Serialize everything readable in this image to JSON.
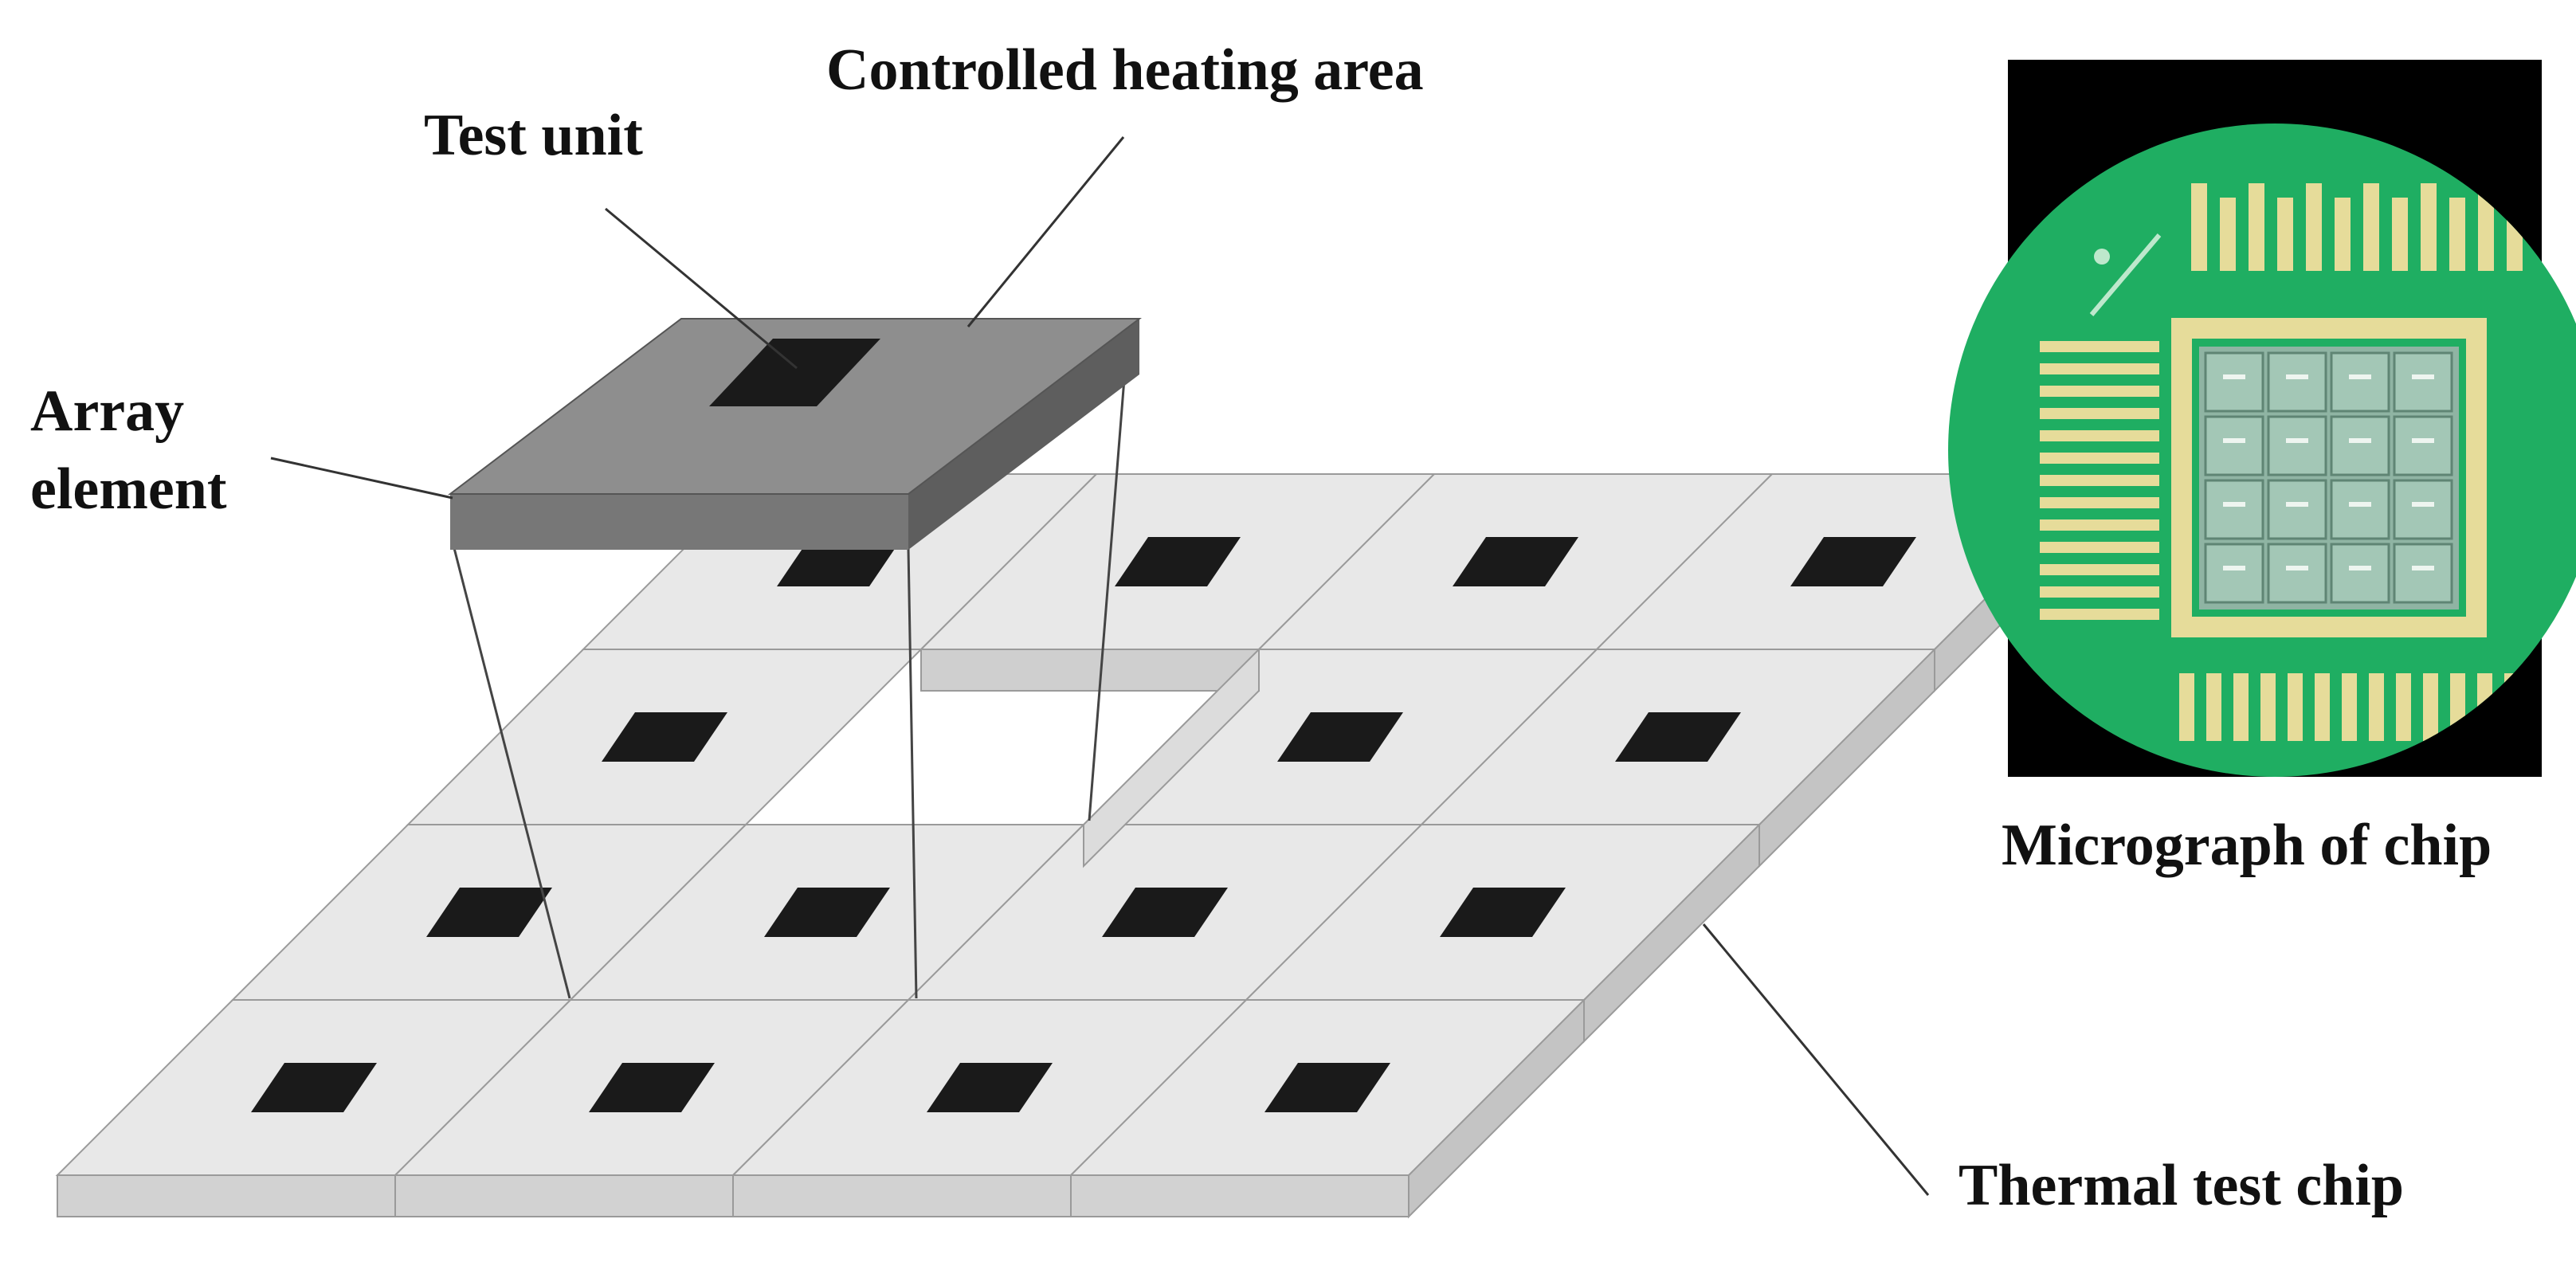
{
  "labels": {
    "controlled_heating_area": "Controlled heating area",
    "test_unit": "Test unit",
    "array_element_line1": "Array",
    "array_element_line2": "element",
    "micrograph_of_chip": "Micrograph of chip",
    "thermal_test_chip": "Thermal test chip"
  },
  "chip": {
    "rows": 4,
    "cols": 4,
    "removed_cell": {
      "row": 2,
      "col": 1
    }
  },
  "colors": {
    "tile_top": "#e8e8e8",
    "tile_side": "#d2d2d2",
    "pad": "#1a1a1a",
    "lifted_top": "#8e8e8e",
    "lifted_side": "#5e5e5e",
    "micrograph_bg": "#000000",
    "micrograph_board": "#1fae62",
    "micrograph_pads": "#e6dc9a"
  }
}
